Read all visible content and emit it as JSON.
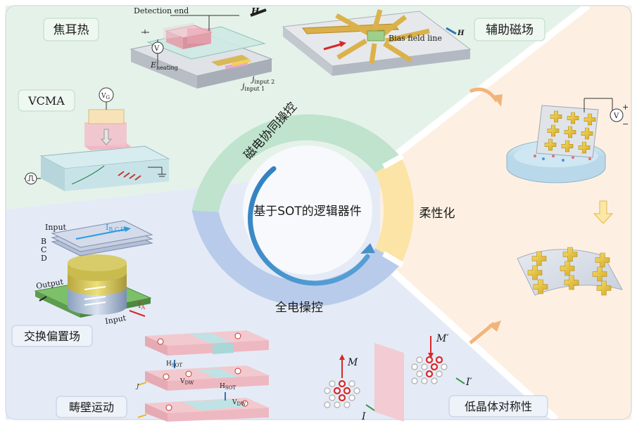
{
  "labels": {
    "center": "基于SOT的逻辑器件",
    "ring_top": "磁电协同操控",
    "ring_right": "柔性化",
    "ring_bottom": "全电操控",
    "box_joule": "焦耳热",
    "box_vcma": "VCMA",
    "box_aux_field": "辅助磁场",
    "box_exchange_bias": "交换偏置场",
    "box_domain_wall": "畴壁运动",
    "box_low_symmetry": "低晶体对称性"
  },
  "joule": {
    "detection_end": "Detection end",
    "h": "H",
    "v": "V",
    "e_heating": "E",
    "e_heating_sub": "heating",
    "j_input2": "j",
    "j_input2_sub": "input 2",
    "j_input1": "j",
    "j_input1_sub": "input 1"
  },
  "aux": {
    "bias_label": "Bias field line",
    "h": "H"
  },
  "vcma": {
    "vg": "V",
    "vg_sub": "G"
  },
  "exchange": {
    "input_top": "Input",
    "i_bcd": "I",
    "i_bcd_sub": "B,C,D",
    "b": "B",
    "c": "C",
    "d": "D",
    "output": "Output",
    "input_bottom": "Input",
    "i_a": "I",
    "i_a_sub": "A"
  },
  "domain": {
    "h_sot": "H",
    "h_sot_sub": "SOT",
    "v_dw": "V",
    "v_dw_sub": "DW",
    "h_sot2": "H",
    "h_sot2_sub": "SOT",
    "v_dw2": "V",
    "v_dw2_sub": "DW",
    "j": "J"
  },
  "symmetry": {
    "m": "M",
    "m_prime": "M′",
    "i": "I",
    "i_prime": "I′"
  },
  "flex": {
    "v": "V",
    "plus": "+",
    "minus": "−"
  },
  "colors": {
    "green_region": "#e6f3ea",
    "blue_region": "#e3ebf6",
    "orange_region": "#fdf0e2",
    "ring_green": "#b9e0c9",
    "ring_blue": "#b6c8ea",
    "ring_yellow": "#fbe5a8",
    "arrow": "#4a90c8",
    "gold": "#e8c23a"
  }
}
